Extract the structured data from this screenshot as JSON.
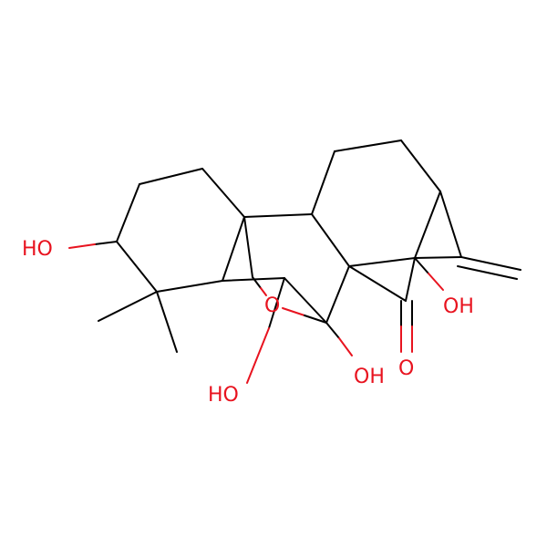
{
  "molecule": {
    "atom_labels": {
      "ho_left": "HO",
      "ring_o": "O",
      "ho_bottom_left": "HO",
      "oh_bottom": "OH",
      "o_carbonyl": "O",
      "oh_right": "OH"
    }
  },
  "colors": {
    "bond": "#000000",
    "heteroatom_oxygen": "#e8131f",
    "background": "#ffffff"
  }
}
